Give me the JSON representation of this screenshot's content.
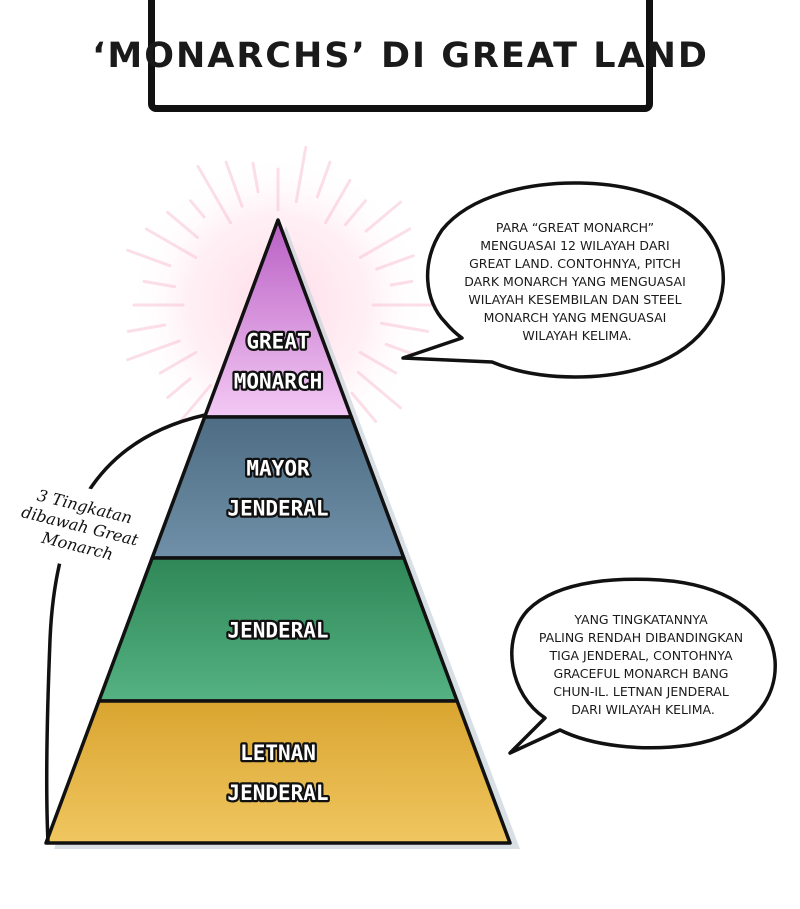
{
  "title": "‘MONARCHS’ DI GREAT LAND",
  "tiers": [
    {
      "lines": [
        "GREAT",
        "MONARCH"
      ],
      "color": "#d98ee0"
    },
    {
      "lines": [
        "MAYOR",
        "JENDERAL"
      ],
      "color": "#5e7f99"
    },
    {
      "lines": [
        "JENDERAL"
      ],
      "color": "#3f9a6a"
    },
    {
      "lines": [
        "LETNAN",
        "JENDERAL"
      ],
      "color": "#e0b042"
    }
  ],
  "side_note": {
    "lines": [
      "3 Tingkatan",
      "dibawah Great",
      "Monarch"
    ]
  },
  "bubbles": {
    "top": {
      "lines": [
        "PARA “GREAT MONARCH”",
        "MENGUASAI 12 WILAYAH DARI",
        "GREAT LAND. CONTOHNYA, PITCH",
        "DARK MONARCH YANG MENGUASAI",
        "WILAYAH KESEMBILAN DAN STEEL",
        "MONARCH YANG MENGUASAI",
        "WILAYAH KELIMA."
      ]
    },
    "bottom": {
      "lines": [
        "YANG TINGKATANNYA",
        "PALING RENDAH DIBANDINGKAN",
        "TIGA JENDERAL,  CONTOHNYA",
        "GRACEFUL MONARCH BANG",
        "CHUN-IL. LETNAN JENDERAL",
        "DARI WILAYAH KELIMA."
      ]
    }
  }
}
